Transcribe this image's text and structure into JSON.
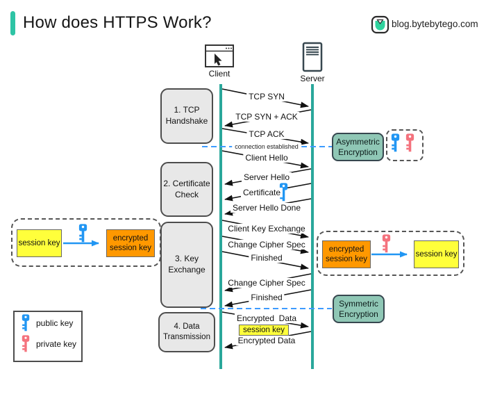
{
  "header": {
    "title": "How does HTTPS Work?",
    "logo_text": "blog.bytebytego.com"
  },
  "actors": {
    "client": "Client",
    "server": "Server"
  },
  "stages": [
    {
      "label": "1. TCP Handshake"
    },
    {
      "label": "2. Certificate Check"
    },
    {
      "label": "3. Key Exchange"
    },
    {
      "label": "4. Data Transmission"
    }
  ],
  "messages": [
    {
      "label": "TCP SYN",
      "from": "client",
      "to": "server"
    },
    {
      "label": "TCP SYN + ACK",
      "from": "server",
      "to": "client"
    },
    {
      "label": "TCP ACK",
      "from": "client",
      "to": "server"
    },
    {
      "label": "connection established",
      "type": "milestone"
    },
    {
      "label": "Client Hello",
      "from": "client",
      "to": "server"
    },
    {
      "label": "Server Hello",
      "from": "server",
      "to": "client"
    },
    {
      "label": "Certificate",
      "from": "server",
      "to": "client",
      "icon": "public-key"
    },
    {
      "label": "Server Hello Done",
      "from": "server",
      "to": "client"
    },
    {
      "label": "Client Key Exchange",
      "from": "client",
      "to": "server"
    },
    {
      "label": "Change Cipher Spec",
      "from": "client",
      "to": "server"
    },
    {
      "label": "Finished",
      "from": "client",
      "to": "server"
    },
    {
      "label": "Change Cipher Spec",
      "from": "server",
      "to": "client"
    },
    {
      "label": "Finished",
      "from": "server",
      "to": "client"
    },
    {
      "label": "Encrypted  Data",
      "from": "client",
      "to": "server"
    },
    {
      "label": "session key",
      "type": "session-key-tag"
    },
    {
      "label": "Encrypted Data",
      "from": "server",
      "to": "client"
    }
  ],
  "annotations": {
    "asymmetric": {
      "label": "Asymmetric Encryption"
    },
    "symmetric": {
      "label": "Symmetric Encryption"
    },
    "client_key_flow": {
      "input": "session key",
      "output": "encrypted session key",
      "key": "public key"
    },
    "server_key_flow": {
      "input": "encrypted session key",
      "output": "session key",
      "key": "private key"
    }
  },
  "legend": {
    "public": "public key",
    "private": "private key"
  },
  "colors": {
    "accent": "#2EC4A5",
    "lifeline": "#2AA79B",
    "public_key": "#2196F3",
    "private_key": "#F4727D",
    "session_key_bg": "#FFFF3B",
    "encrypted_key_bg": "#FF9800",
    "encryption_box_bg": "#8FC7B5",
    "stage_box_bg": "#E8E8E8",
    "milestone_line": "#3D9BFF"
  }
}
